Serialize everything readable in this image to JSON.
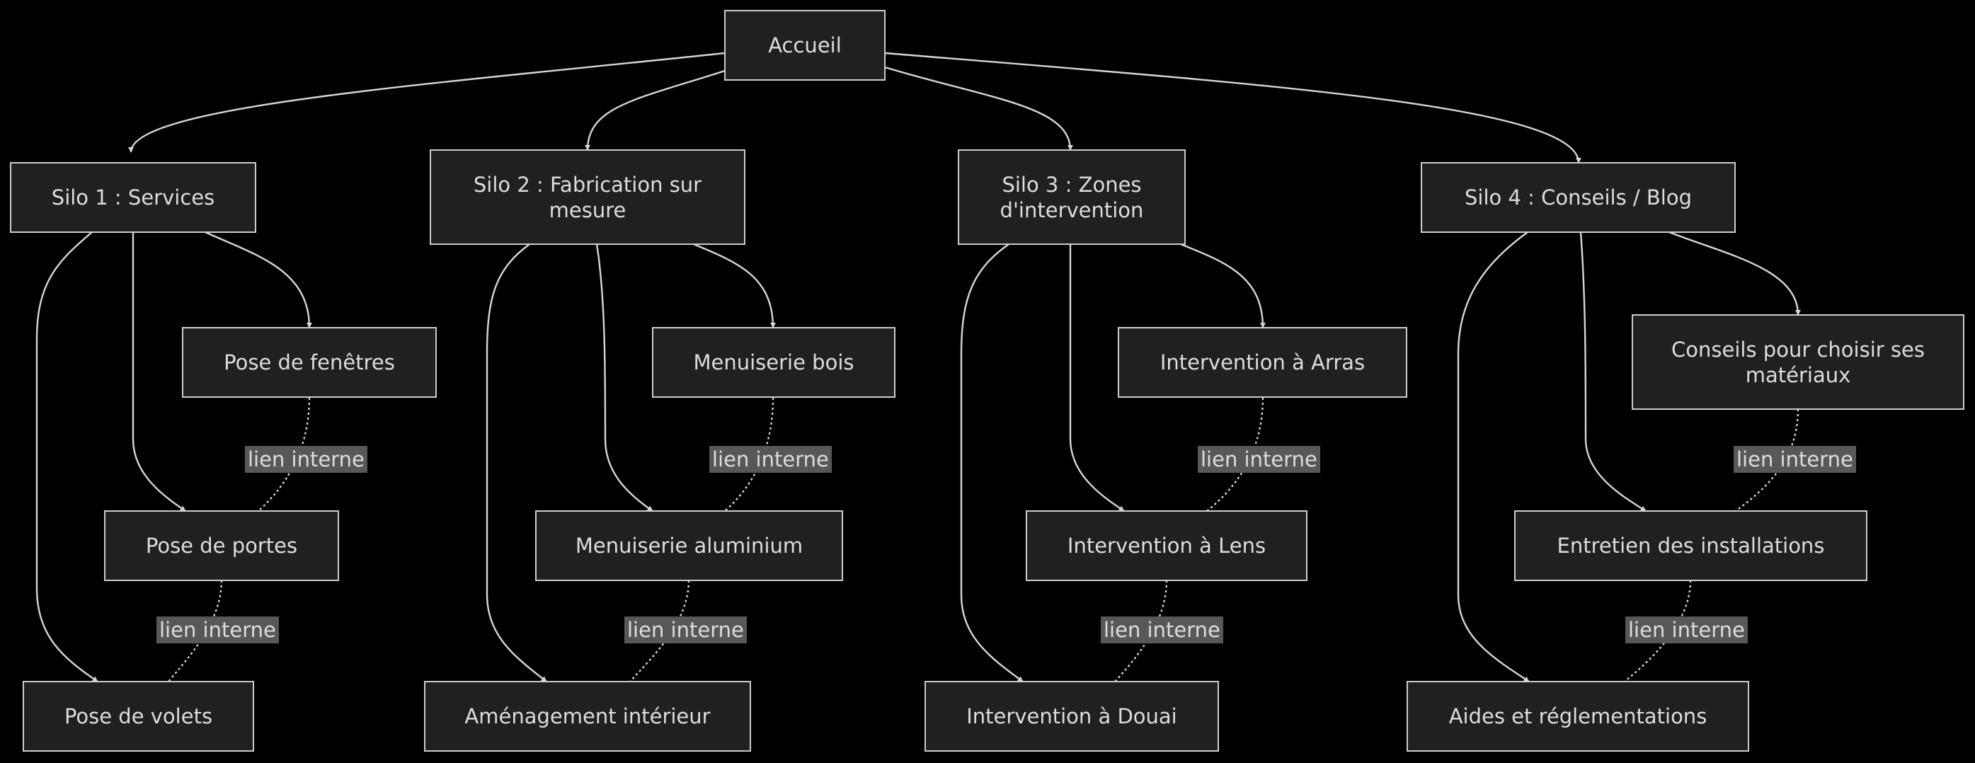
{
  "nodes": {
    "accueil": "Accueil",
    "silo1": "Silo 1 : Services",
    "silo2": "Silo 2 : Fabrication sur mesure",
    "silo3": "Silo 3 : Zones d'intervention",
    "silo4": "Silo 4 : Conseils / Blog",
    "fenetres": "Pose de fenêtres",
    "portes": "Pose de portes",
    "volets": "Pose de volets",
    "bois": "Menuiserie bois",
    "alu": "Menuiserie aluminium",
    "amenagement": "Aménagement intérieur",
    "arras": "Intervention à Arras",
    "lens": "Intervention à Lens",
    "douai": "Intervention à Douai",
    "materiaux": "Conseils pour choisir ses matériaux",
    "entretien": "Entretien des installations",
    "aides": "Aides et réglementations"
  },
  "edge_label": "lien interne",
  "colors": {
    "background": "#000000",
    "node_fill": "#1f2020",
    "node_border": "#cccccc",
    "edge": "#d6d6d6",
    "edge_label_bg": "#585858",
    "text": "#dddddd"
  }
}
